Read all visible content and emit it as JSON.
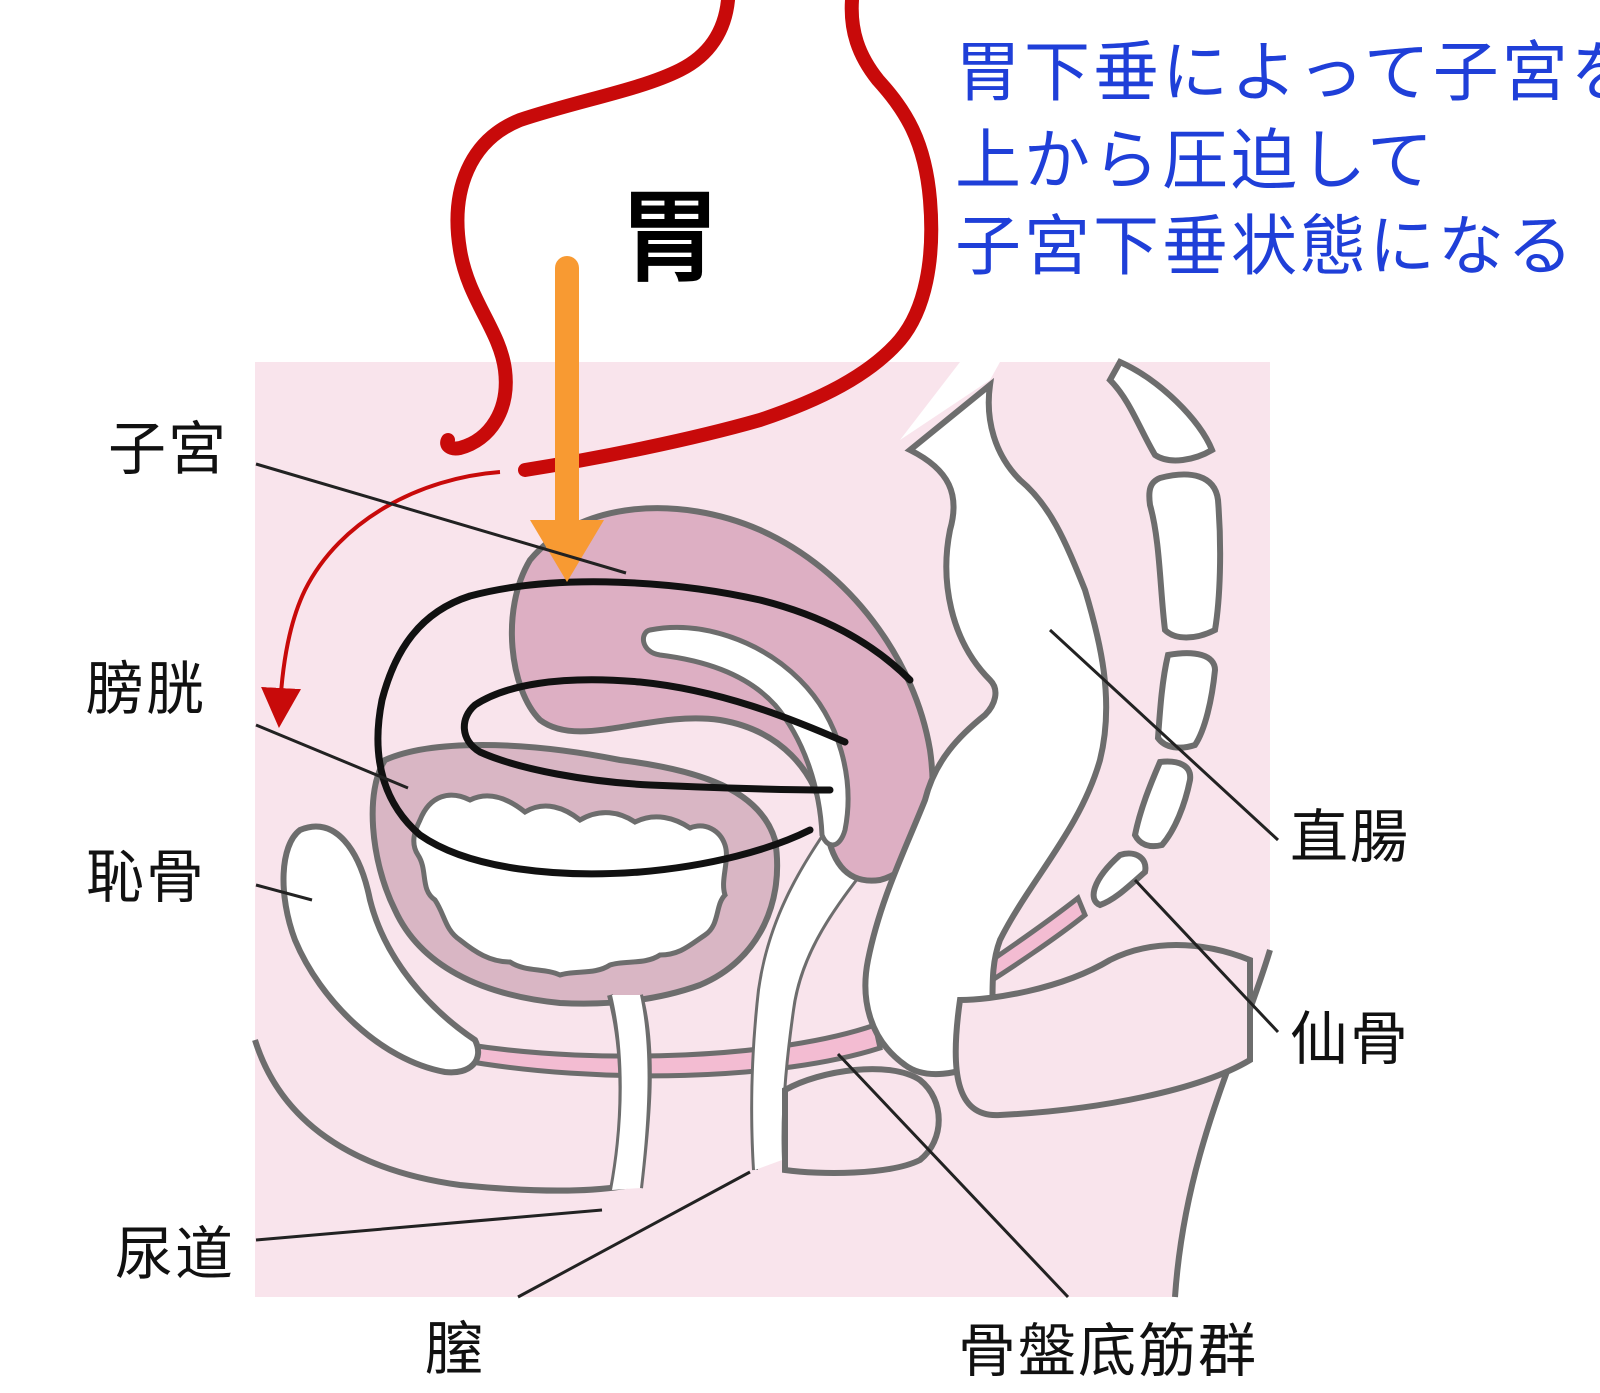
{
  "colors": {
    "background_panel": "#f9e4ec",
    "uterus": "#ddafc3",
    "bladder": "#d9b6c4",
    "pelvic_floor": "#f3bcd2",
    "outline": "#6d6d6d",
    "stomach_outline": "#c80a0a",
    "push_arrow": "#f89a32",
    "annotation_text": "#1f3fd8",
    "uterus_trace": "#111111"
  },
  "icons": {
    "down_arrow": "orange-down-arrow-icon",
    "curved_arrow": "red-curved-arrow-icon"
  },
  "stomach_label": "胃",
  "annotation": {
    "line1": "胃下垂によって子宮を",
    "line2": "上から圧迫して",
    "line3": "子宮下垂状態になる"
  },
  "labels": {
    "uterus": "子宮",
    "bladder": "膀胱",
    "pubic_bone": "恥骨",
    "urethra": "尿道",
    "vagina": "膣",
    "rectum": "直腸",
    "sacrum": "仙骨",
    "pelvic_floor_muscles": "骨盤底筋群"
  }
}
